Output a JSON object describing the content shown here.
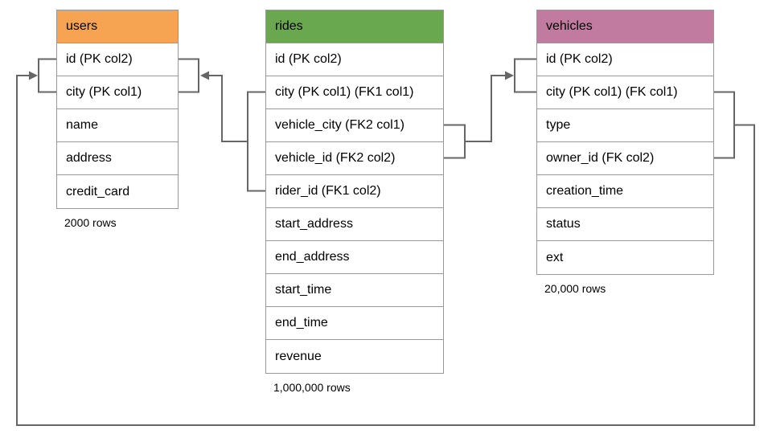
{
  "diagram": {
    "background_color": "#ffffff",
    "line_color": "#666666",
    "border_color": "#999999",
    "tables": [
      {
        "name": "users",
        "title": "users",
        "header_color": "#F6A352",
        "columns": [
          "id (PK col2)",
          "city (PK col1)",
          "name",
          "address",
          "credit_card"
        ],
        "row_count_label": "2000 rows"
      },
      {
        "name": "rides",
        "title": "rides",
        "header_color": "#6AA84F",
        "columns": [
          "id (PK col2)",
          "city (PK col1) (FK1 col1)",
          "vehicle_city (FK2 col1)",
          "vehicle_id (FK2 col2)",
          "rider_id (FK1 col2)",
          "start_address",
          "end_address",
          "start_time",
          "end_time",
          "revenue"
        ],
        "row_count_label": "1,000,000 rows"
      },
      {
        "name": "vehicles",
        "title": "vehicles",
        "header_color": "#C27BA0",
        "columns": [
          "id (PK col2)",
          "city (PK col1) (FK col1)",
          "type",
          "owner_id (FK col2)",
          "creation_time",
          "status",
          "ext"
        ],
        "row_count_label": "20,000 rows"
      }
    ],
    "relationships": [
      {
        "from": "rides (city FK1 col1, rider_id FK1 col2)",
        "to": "users (city, id)"
      },
      {
        "from": "rides (vehicle_city FK2 col1, vehicle_id FK2 col2)",
        "to": "vehicles (city, id)"
      },
      {
        "from": "vehicles (city FK col1, owner_id FK col2)",
        "to": "users (city, id)"
      }
    ]
  }
}
